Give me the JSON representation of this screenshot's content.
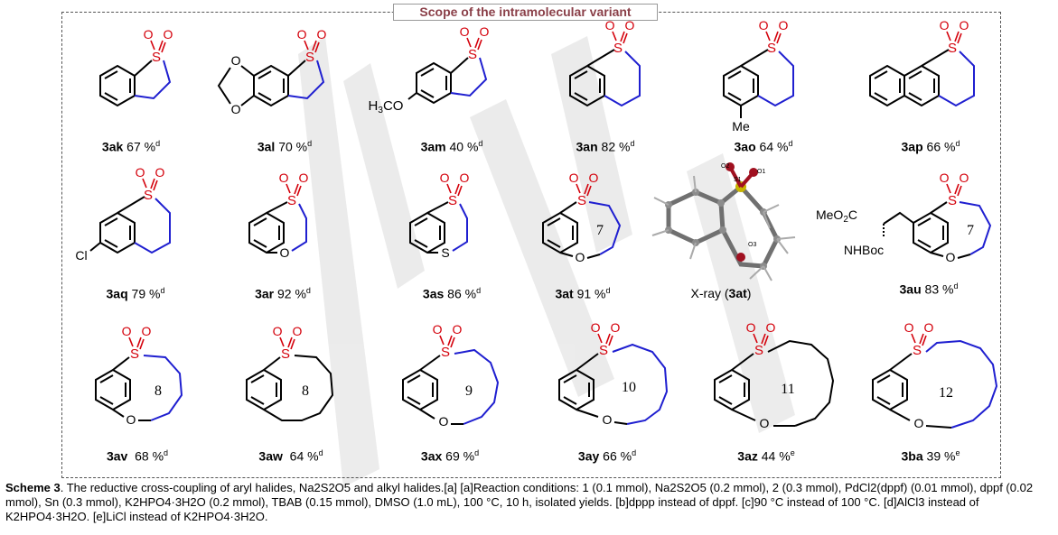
{
  "title": "Scope of the intramolecular variant",
  "compounds": [
    {
      "id": "3ak",
      "yield": "67 %",
      "note": "d"
    },
    {
      "id": "3al",
      "yield": "70 %",
      "note": "d"
    },
    {
      "id": "3am",
      "yield": "40 %",
      "note": "d"
    },
    {
      "id": "3an",
      "yield": "82 %",
      "note": "d"
    },
    {
      "id": "3ao",
      "yield": "64 %",
      "note": "d"
    },
    {
      "id": "3ap",
      "yield": "66 %",
      "note": "d"
    },
    {
      "id": "3aq",
      "yield": "79 %",
      "note": "d"
    },
    {
      "id": "3ar",
      "yield": "92 %",
      "note": "d"
    },
    {
      "id": "3as",
      "yield": "86 %",
      "note": "d"
    },
    {
      "id": "3at",
      "yield": "91 %",
      "note": "d"
    },
    {
      "id": "3au",
      "yield": "83 %",
      "note": "d"
    },
    {
      "id": "3av",
      "yield": "68 %",
      "note": "d"
    },
    {
      "id": "3aw",
      "yield": "64 %",
      "note": "d"
    },
    {
      "id": "3ax",
      "yield": "69 %",
      "note": "d"
    },
    {
      "id": "3ay",
      "yield": "66 %",
      "note": "d"
    },
    {
      "id": "3az",
      "yield": "44 %",
      "note": "e"
    },
    {
      "id": "3ba",
      "yield": "39 %",
      "note": "e"
    }
  ],
  "xray_label_prefix": "X-ray (",
  "xray_label_id": "3at",
  "xray_label_suffix": ")",
  "xray_atoms": [
    "O2",
    "O1",
    "S1",
    "O3"
  ],
  "atoms": {
    "S": "S",
    "O": "O",
    "Cl": "Cl",
    "Me": "Me",
    "OMe": "H3CO",
    "MeO2C": "MeO2C",
    "NHBoc": "NHBoc"
  },
  "ring_sizes": [
    "7",
    "7",
    "8",
    "8",
    "9",
    "10",
    "11",
    "12"
  ],
  "caption": {
    "scheme": "Scheme 3",
    "text": ". The reductive cross-coupling of aryl halides, Na2S2O5 and alkyl halides.[a] [a]Reaction conditions: 1 (0.1 mmol), Na2S2O5 (0.2 mmol), 2 (0.3 mmol), PdCl2(dppf) (0.01 mmol), dppf (0.02 mmol), Sn (0.3 mmol), K2HPO4·3H2O (0.2 mmol), TBAB (0.15 mmol), DMSO (1.0 mL), 100 °C, 10 h, isolated yields. [b]dppp instead of dppf. [c]90 °C instead of 100 °C. [d]AlCl3 instead of K2HPO4·3H2O. [e]LiCl instead of K2HPO4·3H2O."
  },
  "colors": {
    "sulfur": "#d4000b",
    "blue": "#1f1fd0",
    "title": "#8a3f48",
    "watermark": "#d9d9d9"
  }
}
